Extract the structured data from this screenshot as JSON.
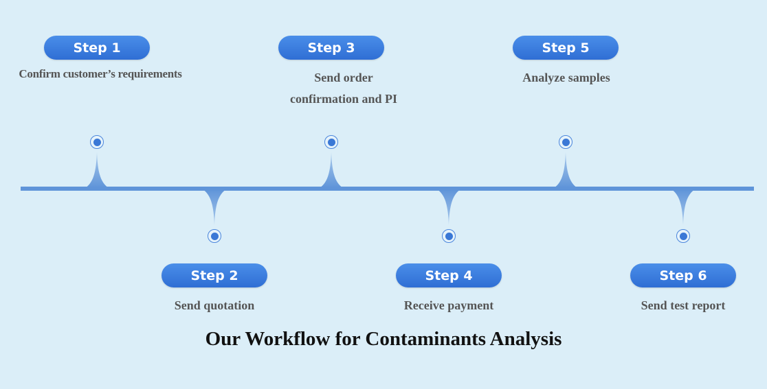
{
  "title": "Our Workflow for Contaminants Analysis",
  "steps": [
    {
      "label": "Step 1",
      "text": "Confirm customer’s requirements"
    },
    {
      "label": "Step 2",
      "text": "Send quotation"
    },
    {
      "label": "Step 3",
      "text": "Send order confirmation and PI"
    },
    {
      "label": "Step 4",
      "text": "Receive payment"
    },
    {
      "label": "Step 5",
      "text": "Analyze samples"
    },
    {
      "label": "Step 6",
      "text": "Send test report"
    }
  ],
  "colors": {
    "background": "#dbeef8",
    "line": "#5f94d9",
    "pill": "#3a7ee0",
    "text": "#555555"
  }
}
